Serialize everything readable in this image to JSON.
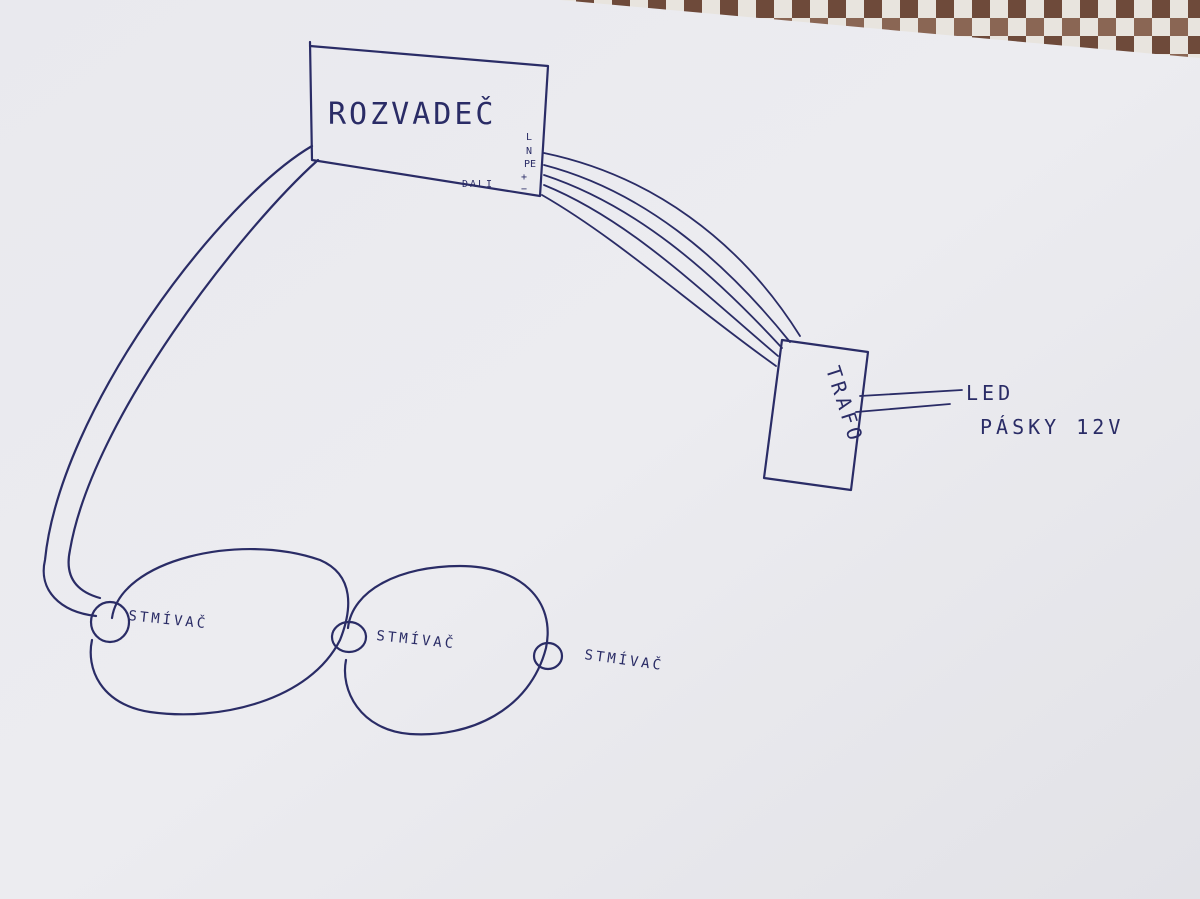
{
  "diagram": {
    "controller": {
      "label": "ROZVADEČ",
      "terminals": [
        "L",
        "N",
        "PE",
        "+",
        "−"
      ],
      "bus_label": "DALI"
    },
    "transformer": {
      "label": "TRAFO"
    },
    "output": {
      "line1": "LED",
      "line2": "PÁSKY 12V"
    },
    "fixtures": [
      {
        "label": "STMÍVAČ"
      },
      {
        "label": "STMÍVAČ"
      },
      {
        "label": "STMÍVAČ"
      }
    ]
  },
  "colors": {
    "ink": "#2a2c66",
    "paper": "#ededf0",
    "tablecloth": "#6e4a3a"
  }
}
